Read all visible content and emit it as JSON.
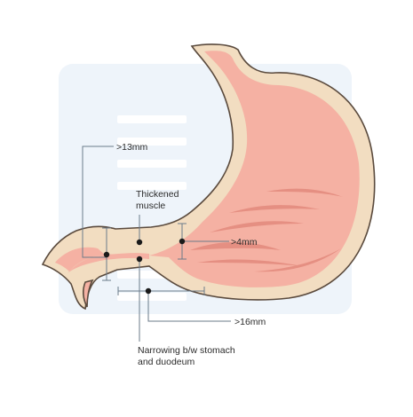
{
  "labels": {
    "wall_thickness": ">13mm",
    "thickened_muscle_line1": "Thickened",
    "thickened_muscle_line2": "muscle",
    "muscle_thickness": ">4mm",
    "pyloric_length": ">16mm",
    "narrowing_line1": "Narrowing b/w stomach",
    "narrowing_line2": "and duodeum"
  },
  "colors": {
    "background_panel": "#eef4fa",
    "placeholder_lines": "#ffffff",
    "stomach_outer_wall": "#f2ddc1",
    "stomach_inner_lining": "#f5b1a3",
    "rugae_folds": "#e58f82",
    "outline": "#5a4a3d",
    "pointer_lines": "#6b7b8a",
    "marker_dots": "#1a1a1a"
  }
}
